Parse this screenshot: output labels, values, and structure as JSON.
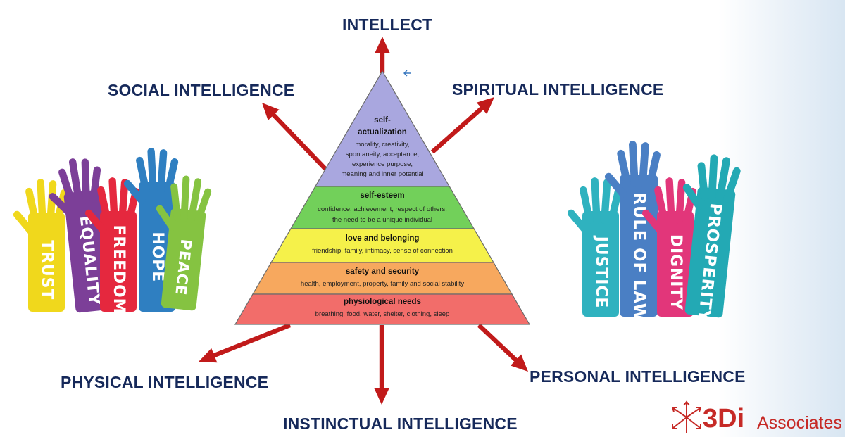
{
  "directions": {
    "top": "INTELLECT",
    "upper_left": "SOCIAL INTELLIGENCE",
    "upper_right": "SPIRITUAL INTELLIGENCE",
    "lower_left": "PHYSICAL INTELLIGENCE",
    "lower_right": "PERSONAL INTELLIGENCE",
    "bottom": "INSTINCTUAL INTELLIGENCE"
  },
  "pyramid": {
    "levels": [
      {
        "title_lines": [
          "self-",
          "actualization"
        ],
        "desc_lines": [
          "morality, creativity,",
          "spontaneity, acceptance,",
          "experience purpose,",
          "meaning and inner potential"
        ],
        "color": "#a9a7df"
      },
      {
        "title_lines": [
          "self-esteem"
        ],
        "desc_lines": [
          "confidence, achievement, respect of others,",
          "the need to be a unique individual"
        ],
        "color": "#72d05a"
      },
      {
        "title_lines": [
          "love and belonging"
        ],
        "desc_lines": [
          "friendship, family, intimacy, sense of connection"
        ],
        "color": "#f5f14a"
      },
      {
        "title_lines": [
          "safety and security"
        ],
        "desc_lines": [
          "health, employment, property, family and social stability"
        ],
        "color": "#f7a85e"
      },
      {
        "title_lines": [
          "physiological needs"
        ],
        "desc_lines": [
          "breathing, food, water, shelter, clothing, sleep"
        ],
        "color": "#f26d6a"
      }
    ]
  },
  "left_hands": [
    {
      "word": "TRUST",
      "color": "#f0d81c"
    },
    {
      "word": "EQUALITY",
      "color": "#7c3f98"
    },
    {
      "word": "FREEDOM",
      "color": "#e5283e"
    },
    {
      "word": "HOPE",
      "color": "#2f7fc1"
    },
    {
      "word": "PEACE",
      "color": "#85c341"
    }
  ],
  "right_hands": [
    {
      "word": "JUSTICE",
      "color": "#2fb2bf"
    },
    {
      "word": "RULE OF LAW",
      "color": "#4a7fc4"
    },
    {
      "word": "DIGNITY",
      "color": "#e2367a"
    },
    {
      "word": "PROSPERITY",
      "color": "#23a9b4"
    }
  ],
  "logo": {
    "brand": "3Di",
    "sub": "Associates"
  },
  "colors": {
    "arrow": "#c11a1a",
    "label": "#16295a",
    "logo": "#c62a26"
  }
}
